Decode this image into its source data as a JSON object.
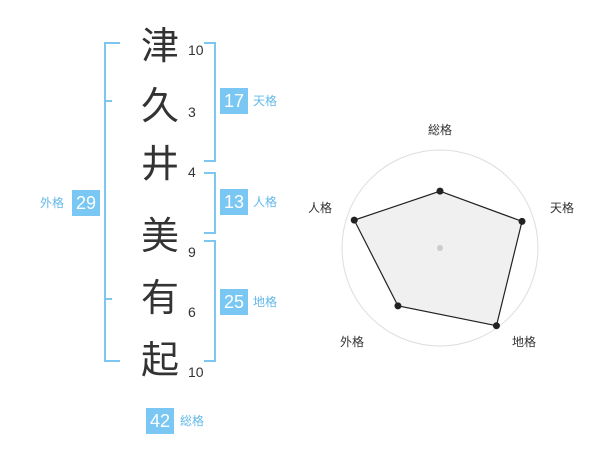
{
  "name": {
    "surname": [
      {
        "char": "津",
        "strokes": "10"
      },
      {
        "char": "久",
        "strokes": "3"
      },
      {
        "char": "井",
        "strokes": "4"
      }
    ],
    "given": [
      {
        "char": "美",
        "strokes": "9"
      },
      {
        "char": "有",
        "strokes": "6"
      },
      {
        "char": "起",
        "strokes": "10"
      }
    ]
  },
  "fortunes": {
    "tenkaku": {
      "value": "17",
      "label": "天格"
    },
    "jinkaku": {
      "value": "13",
      "label": "人格"
    },
    "chikaku": {
      "value": "25",
      "label": "地格"
    },
    "gaikaku": {
      "value": "29",
      "label": "外格"
    },
    "soukaku": {
      "value": "42",
      "label": "総格"
    }
  },
  "radar": {
    "labels": {
      "top": "総格",
      "right": "天格",
      "bottom_right": "地格",
      "bottom_left": "外格",
      "left": "人格"
    },
    "levels": 4,
    "values": [
      0.58,
      0.88,
      0.98,
      0.73,
      0.92
    ],
    "colors": {
      "fill": "#eeeeee",
      "line": "#222222",
      "grid": "#dddddd"
    }
  }
}
